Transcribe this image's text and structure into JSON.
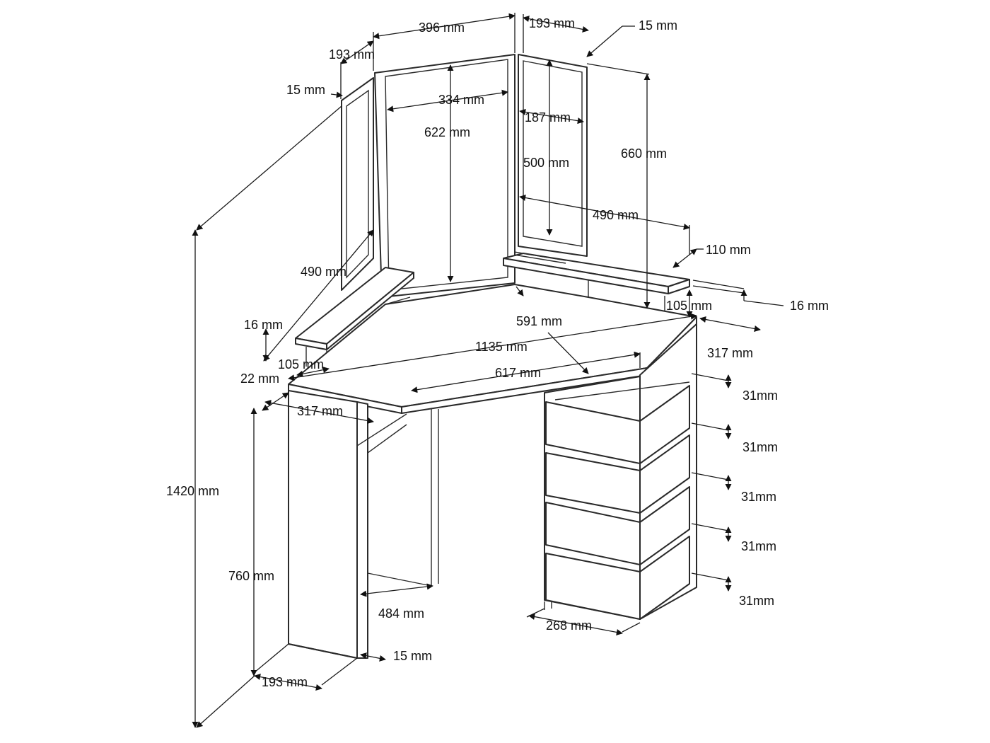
{
  "labels": {
    "w396": "396 mm",
    "w193_top_right": "193 mm",
    "w15_top_right": "15 mm",
    "w193_top_left": "193 mm",
    "w15_left": "15 mm",
    "w334": "334 mm",
    "h187": "187 mm",
    "h622": "622 mm",
    "h660": "660 mm",
    "h500": "500 mm",
    "d490_right": "490 mm",
    "w110": "110 mm",
    "d490_left": "490 mm",
    "t16_right": "16 mm",
    "t16_left": "16 mm",
    "d105_right": "105 mm",
    "d591": "591 mm",
    "w1135": "1135 mm",
    "d317_right": "317 mm",
    "d105_left": "105 mm",
    "t22": "22 mm",
    "w617": "617 mm",
    "d317_left": "317 mm",
    "h1420": "1420 mm",
    "h760": "760 mm",
    "d484": "484 mm",
    "t15_bottom": "15 mm",
    "w193_bottom": "193 mm",
    "w268": "268 mm",
    "gap31_1": "31mm",
    "gap31_2": "31mm",
    "gap31_3": "31mm",
    "gap31_4": "31mm",
    "gap31_5": "31mm"
  }
}
